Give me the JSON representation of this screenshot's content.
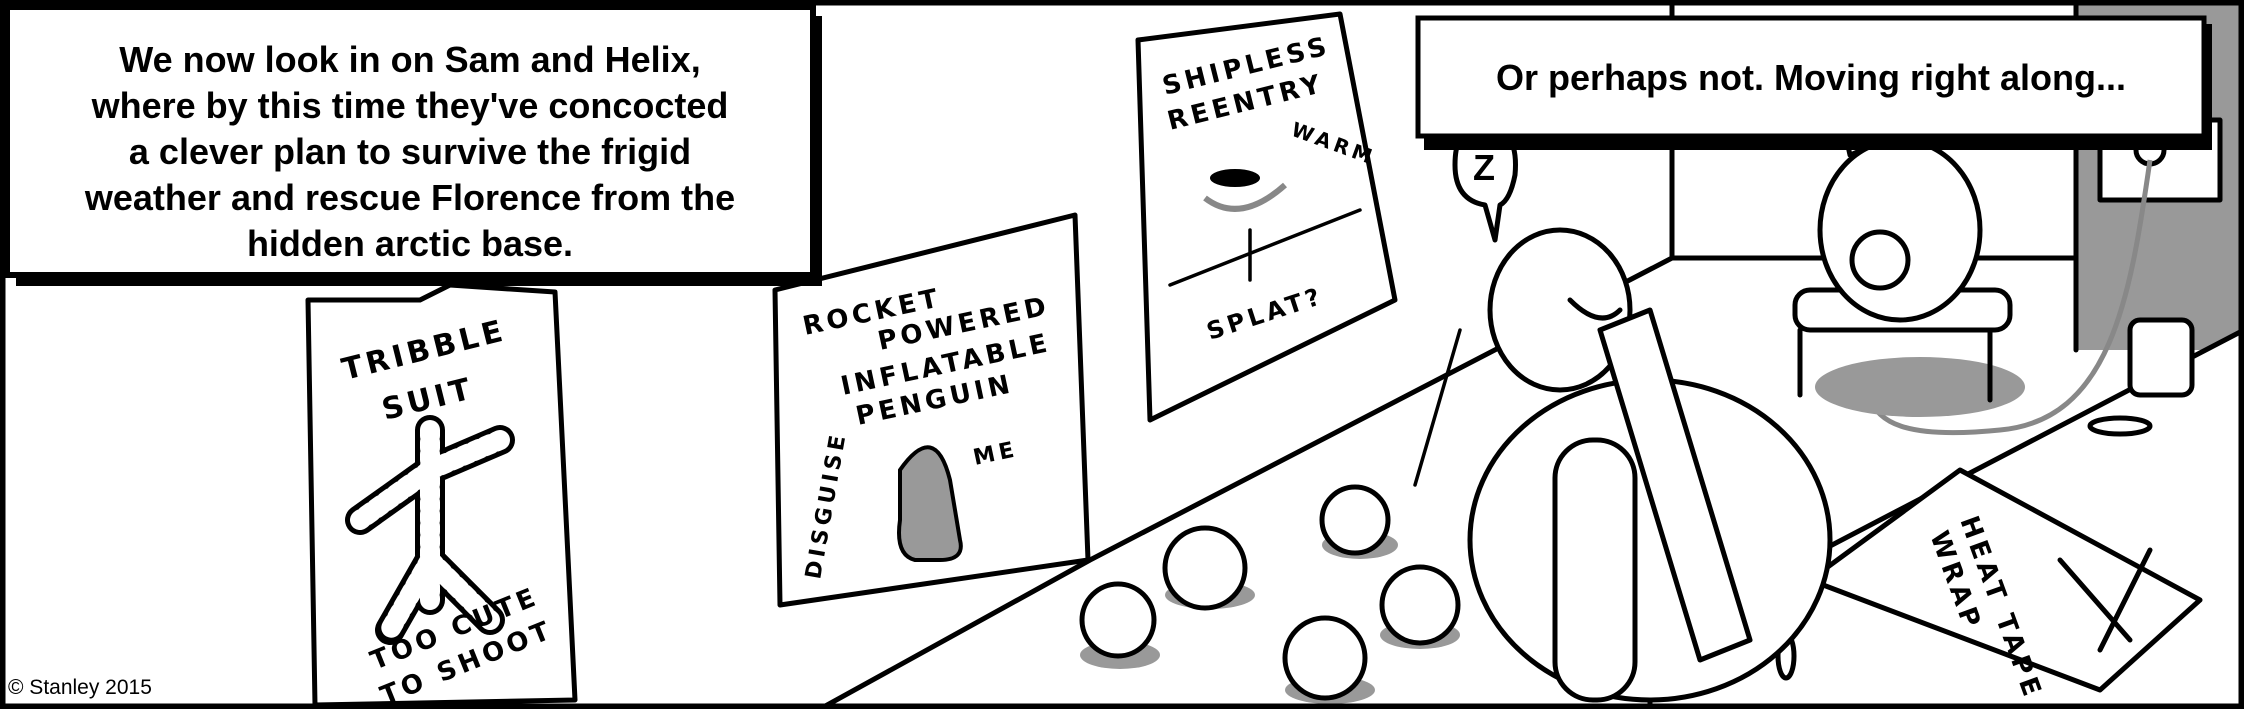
{
  "captions": {
    "intro_lines": [
      "We now look in on Sam and Helix,",
      "where by this time they've concocted",
      "a clever plan to survive the frigid",
      "weather and rescue Florence from the",
      "hidden arctic base."
    ],
    "second": "Or perhaps not.  Moving right along..."
  },
  "posters": {
    "tribble": {
      "title_1": "TRIBBLE",
      "title_2": "SUIT",
      "footer_1": "TOO CUTE",
      "footer_2": "TO SHOOT"
    },
    "penguin": {
      "title_1": "ROCKET",
      "title_2": "POWERED",
      "title_3": "INFLATABLE",
      "title_4": "PENGUIN",
      "label_disguise": "DISGUISE",
      "label_me": "ME"
    },
    "reentry": {
      "title_1": "SHIPLESS",
      "title_2": "REENTRY",
      "label_warm": "WARM",
      "label_splat": "SPLAT?"
    }
  },
  "speech": {
    "snore": "Z"
  },
  "table_sheet": {
    "line_1": "HEAT TAPE",
    "line_2": "WRAP"
  },
  "copyright": "© Stanley 2015",
  "colors": {
    "ink": "#000000",
    "shade": "#999999",
    "paper": "#ffffff"
  }
}
